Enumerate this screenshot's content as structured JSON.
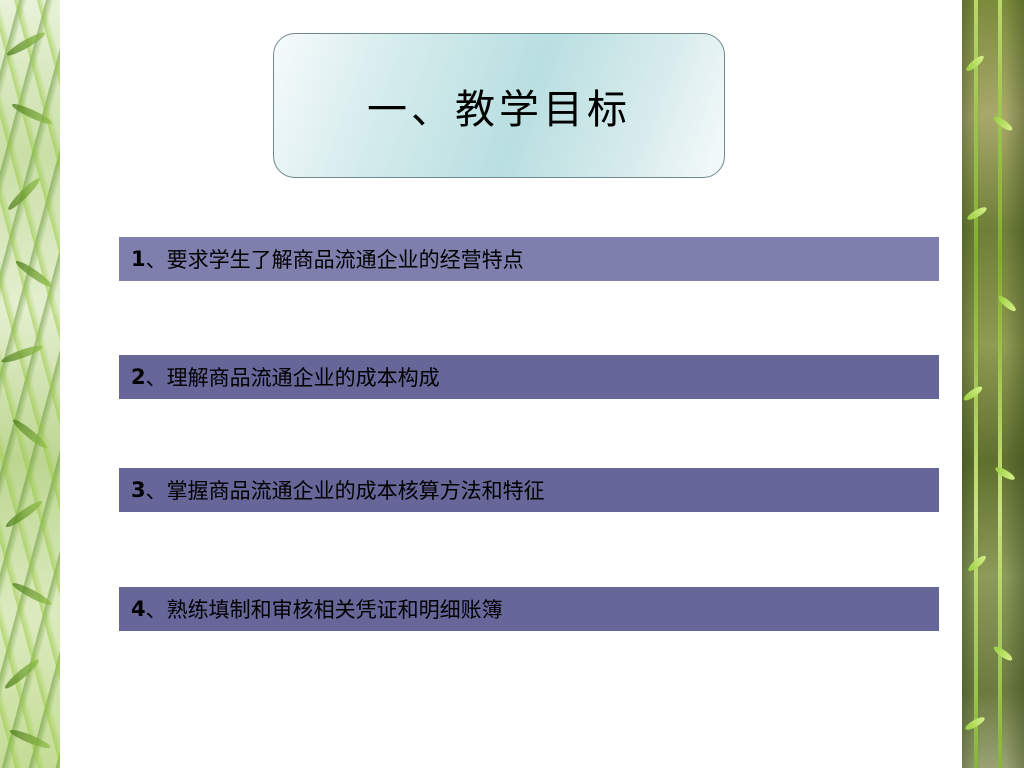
{
  "title": "一、教学目标",
  "objectives": [
    {
      "num": "1",
      "text": "、要求学生了解商品流通企业的经营特点"
    },
    {
      "num": "2",
      "text": "、理解商品流通企业的成本构成"
    },
    {
      "num": "3",
      "text": "、掌握商品流通企业的成本核算方法和特征"
    },
    {
      "num": "4",
      "text": "、熟练填制和审核相关凭证和明细账簿"
    }
  ],
  "colors": {
    "bar_first": "#7f7fae",
    "bar_other": "#666699",
    "title_gradient": "#b9dfe1"
  },
  "decorations": {
    "left": "bamboo-leaves-image",
    "right": "willow-branches-image"
  }
}
